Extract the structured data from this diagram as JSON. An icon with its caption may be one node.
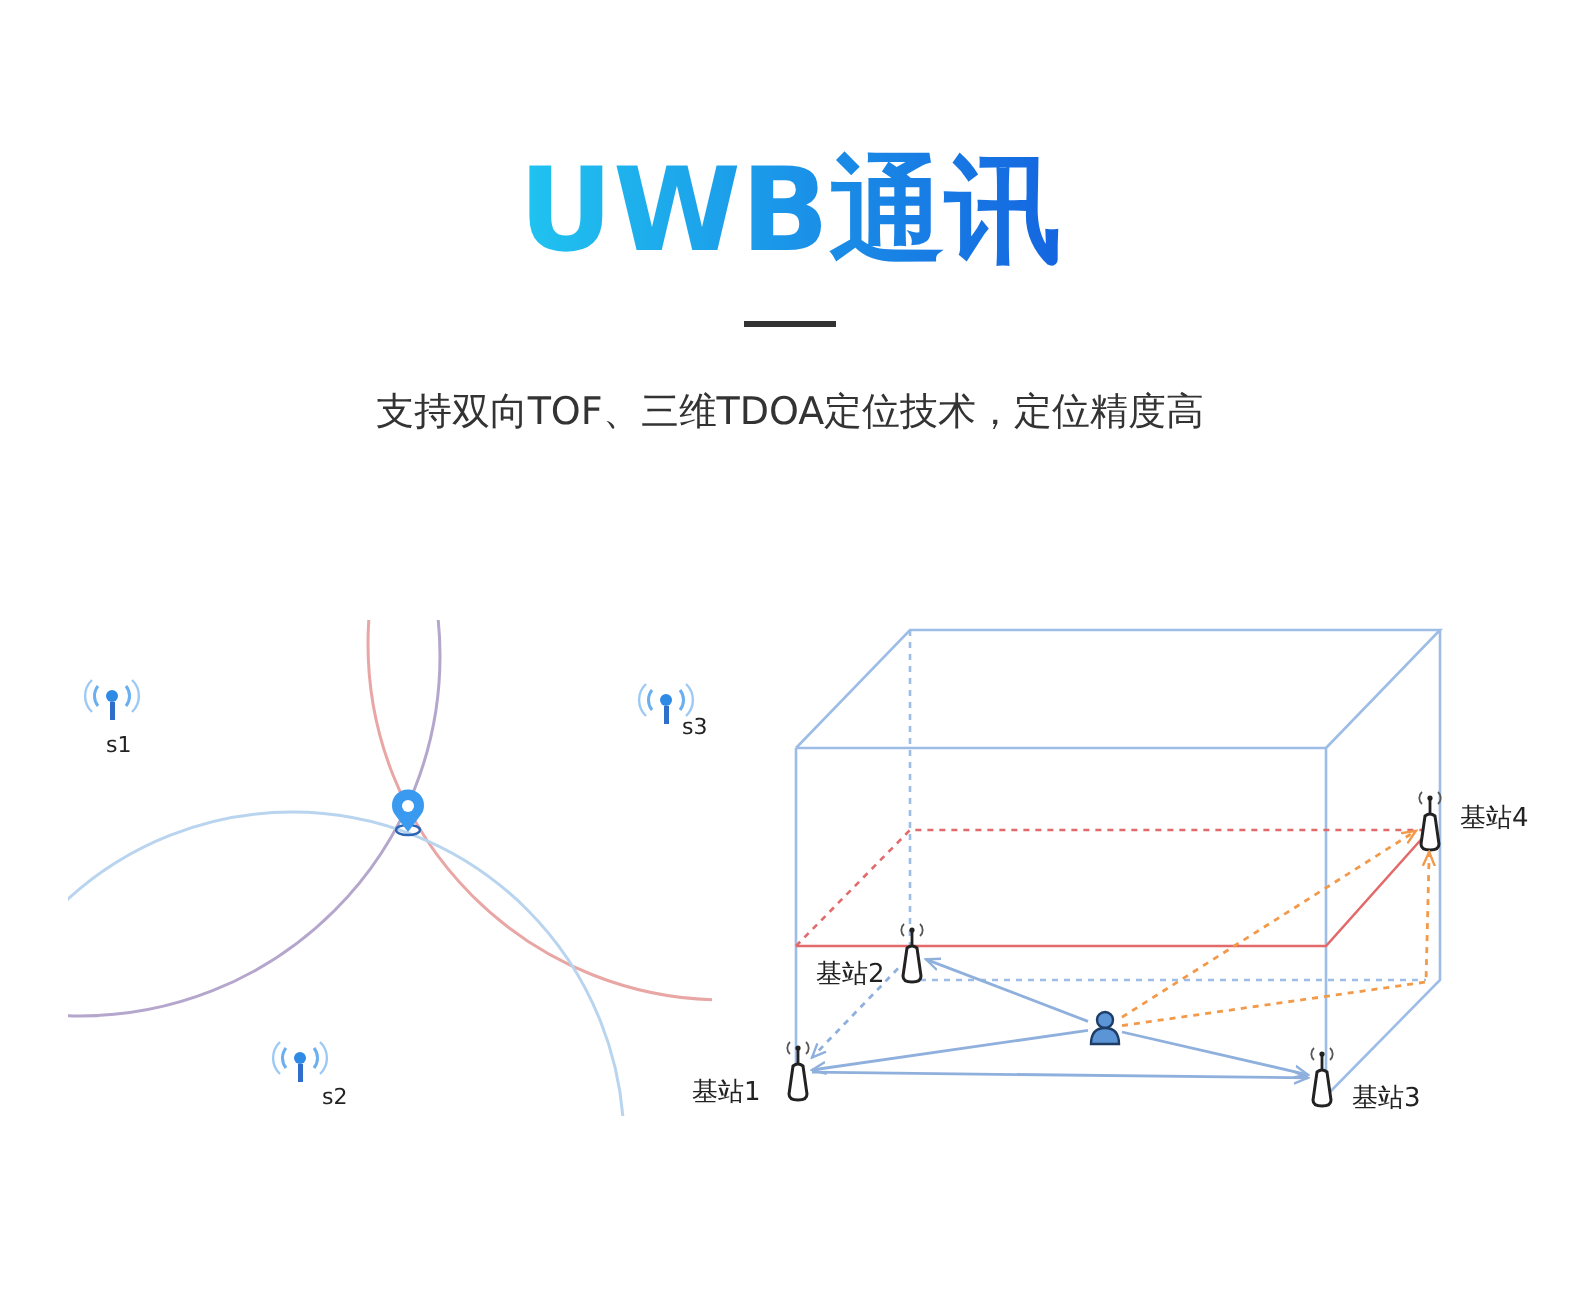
{
  "diagram": {
    "title": "UWB通讯",
    "nodes": [
      {
        "text": [
          "基站4"
        ]
      },
      {
        "text": [
          "基站2"
        ]
      },
      {
        "text": [],
        "shape": "person"
      },
      {
        "text": [
          "基站1"
        ]
      },
      {
        "text": [
          "基站3"
        ]
      }
    ],
    "edges": [
      {
        "from": 2,
        "to": 1,
        "arrow": "to"
      },
      {
        "from": 2,
        "to": 3,
        "arrow": "to"
      },
      {
        "from": 2,
        "to": 4,
        "arrow": "to"
      },
      {
        "from": 3,
        "to": 4,
        "arrow": "to"
      },
      {
        "from": 1,
        "to": 3,
        "arrow": "to",
        "style": "dashed"
      },
      {
        "from": 2,
        "to": 0,
        "arrow": "to",
        "style": "dashed",
        "color": "#f39a4a"
      },
      {
        "from": 2,
        "to": 0,
        "arrow": "to",
        "style": "dashed",
        "color": "#f39a4a"
      }
    ],
    "labels": [
      "支持双向TOF、三维TDOA定位技术，定位精度高",
      "s1",
      "s3",
      "s2"
    ]
  }
}
